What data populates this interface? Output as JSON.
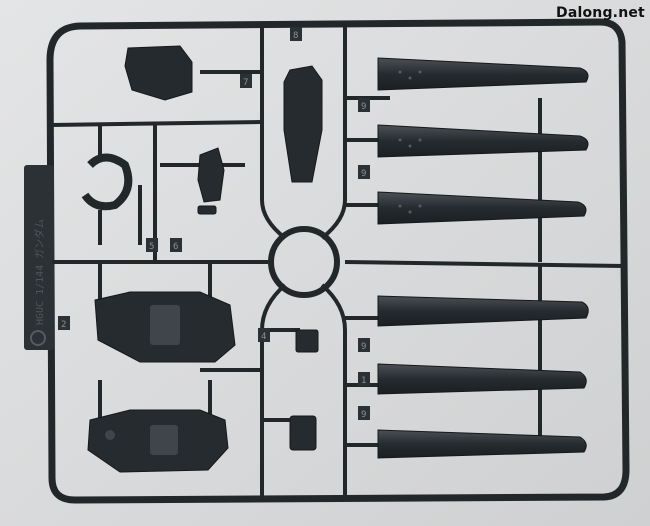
{
  "watermark": "Dalong.net",
  "sprue_tag": "HGUC 1/144 ガンダム",
  "gate_numbers": [
    "8",
    "7",
    "9",
    "9",
    "6",
    "5",
    "2",
    "4",
    "9",
    "9",
    "1"
  ],
  "colors": {
    "background": "#d9dadb",
    "plastic": "#22272a",
    "plastic_highlight": "#3a4046"
  }
}
